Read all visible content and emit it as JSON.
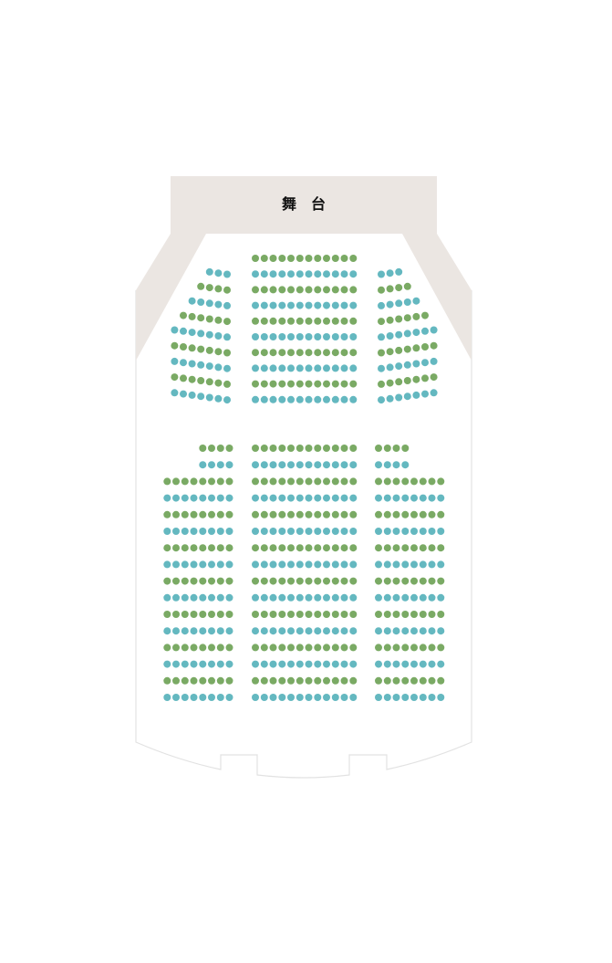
{
  "stage": {
    "label": "舞　台",
    "color": "#ebe6e2"
  },
  "colors": {
    "green": "#7aaa64",
    "teal": "#64b8c0",
    "outline": "#e2e2e2"
  },
  "sections": {
    "upper_center": {
      "rows": [
        12,
        12,
        12,
        12,
        12,
        12,
        12,
        12,
        12,
        12
      ],
      "first_color": "green"
    },
    "upper_left": {
      "rows": [
        3,
        4,
        5,
        6,
        7,
        7,
        7,
        7,
        7
      ],
      "first_color": "teal"
    },
    "upper_right": {
      "rows": [
        3,
        4,
        5,
        6,
        7,
        7,
        7,
        7,
        7
      ],
      "first_color": "teal"
    },
    "lower_left": {
      "rows": [
        4,
        4,
        8,
        8,
        8,
        8,
        8,
        8,
        8,
        8,
        8,
        8,
        8,
        8,
        8,
        8
      ],
      "first_color": "green"
    },
    "lower_center": {
      "rows": [
        12,
        12,
        12,
        12,
        12,
        12,
        12,
        12,
        12,
        12,
        12,
        12,
        12,
        12,
        12,
        12
      ],
      "first_color": "green"
    },
    "lower_right": {
      "rows": [
        4,
        4,
        8,
        8,
        8,
        8,
        8,
        8,
        8,
        8,
        8,
        8,
        8,
        8,
        8,
        8
      ],
      "first_color": "green"
    }
  }
}
